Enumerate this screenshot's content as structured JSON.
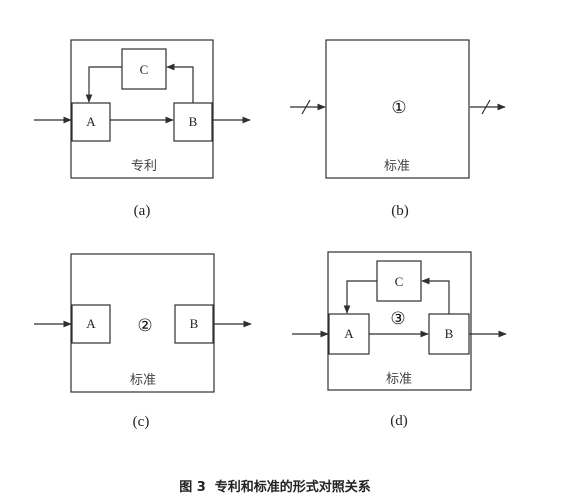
{
  "panels": {
    "a": {
      "box_a": "A",
      "box_b": "B",
      "box_c": "C",
      "frame_label": "专利",
      "caption": "(a)"
    },
    "b": {
      "mark": "①",
      "frame_label": "标准",
      "caption": "(b)"
    },
    "c": {
      "box_a": "A",
      "box_b": "B",
      "mark": "②",
      "frame_label": "标准",
      "caption": "(c)"
    },
    "d": {
      "box_a": "A",
      "box_b": "B",
      "box_c": "C",
      "mark": "③",
      "frame_label": "标准",
      "caption": "(d)"
    }
  },
  "figure_title": "图 3  专利和标准的形式对照关系"
}
